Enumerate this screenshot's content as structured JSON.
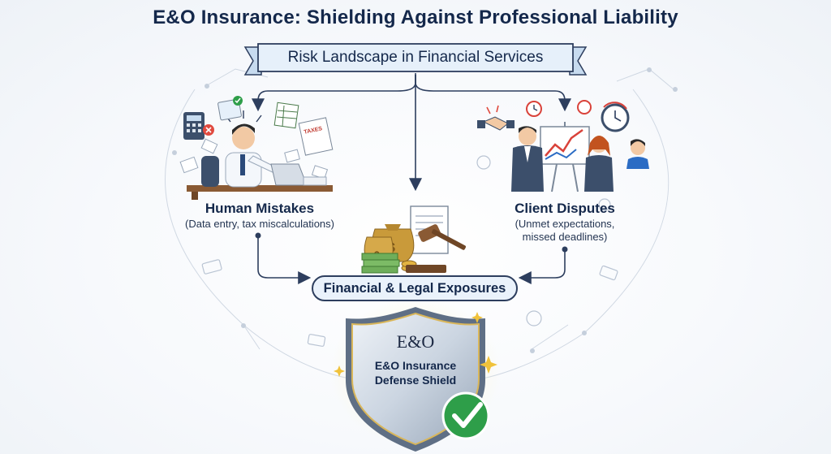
{
  "title": "E&O Insurance: Shielding Against Professional Liability",
  "banner": {
    "label": "Risk Landscape in Financial Services"
  },
  "human_mistakes": {
    "title": "Human Mistakes",
    "subtitle": "(Data entry, tax miscalculations)"
  },
  "client_disputes": {
    "title": "Client Disputes",
    "subtitle_line1": "(Unmet expectations,",
    "subtitle_line2": "missed deadlines)"
  },
  "exposures": {
    "label": "Financial & Legal Exposures"
  },
  "shield": {
    "logo": "E&O",
    "line1": "E&O Insurance",
    "line2": "Defense Shield"
  },
  "illustration": {
    "taxes_label": "TAXES"
  },
  "colors": {
    "navy": "#14284b",
    "banner_fill": "#e6f0fa",
    "shield_silver": "#c9d3df",
    "check_green": "#2e9e49",
    "money_gold": "#c99a3a"
  }
}
